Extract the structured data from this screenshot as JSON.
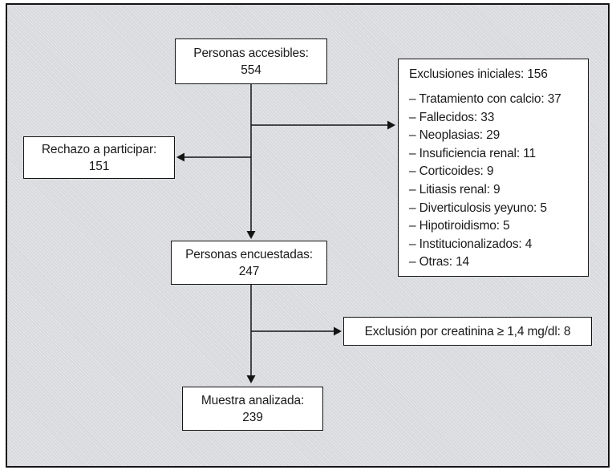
{
  "figure": {
    "type": "flowchart",
    "canvas_background": "#d7d9dd",
    "frame_border_color": "#141414",
    "box_background": "#ffffff",
    "text_color": "#1a1a1a"
  },
  "nodes": {
    "accessible": {
      "label": "Personas accesibles:",
      "value": "554"
    },
    "initial_exclusions": {
      "title": "Exclusiones iniciales: 156",
      "items": [
        "– Tratamiento con calcio: 37",
        "– Fallecidos: 33",
        "– Neoplasias: 29",
        "– Insuficiencia renal: 11",
        "– Corticoides: 9",
        "– Litiasis renal: 9",
        "– Diverticulosis yeyuno: 5",
        "– Hipotiroidismo: 5",
        "– Institucionalizados: 4",
        "– Otras: 14"
      ]
    },
    "refusal": {
      "label": "Rechazo a participar:",
      "value": "151"
    },
    "surveyed": {
      "label": "Personas encuestadas:",
      "value": "247"
    },
    "creatinine_exclusion": {
      "label": "Exclusión por creatinina ≥ 1,4 mg/dl: 8"
    },
    "analyzed": {
      "label": "Muestra analizada:",
      "value": "239"
    }
  }
}
